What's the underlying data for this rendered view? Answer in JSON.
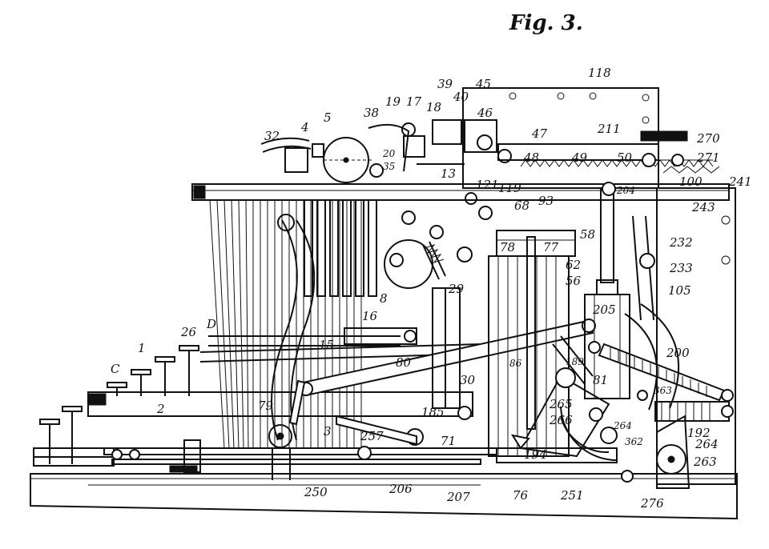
{
  "figure": {
    "title": "Fig. 3."
  },
  "letters": {
    "C": "C",
    "D": "D"
  },
  "refs": {
    "r1": "1",
    "r2": "2",
    "r3": "3",
    "r4": "4",
    "r5": "5",
    "r8": "8",
    "r13": "13",
    "r15": "15",
    "r16": "16",
    "r17": "17",
    "r18": "18",
    "r19": "19",
    "r20": "20",
    "r26": "26",
    "r29": "29",
    "r30": "30",
    "r32": "32",
    "r35": "35",
    "r38": "38",
    "r39": "39",
    "r40": "40",
    "r45": "45",
    "r46": "46",
    "r47": "47",
    "r48": "48",
    "r49": "49",
    "r50": "50",
    "r56": "56",
    "r58": "58",
    "r62": "62",
    "r68": "68",
    "r71": "71",
    "r76": "76",
    "r77": "77",
    "r78": "78",
    "r79": "79",
    "r80": "80",
    "r81": "81",
    "r86": "86",
    "r93": "93",
    "r100": "100",
    "r105": "105",
    "r118": "118",
    "r119": "119",
    "r121": "121",
    "r185": "185",
    "r189": "189",
    "r192": "192",
    "r194": "194",
    "r200": "200",
    "r204": "204",
    "r205": "205",
    "r206": "206",
    "r207": "207",
    "r211": "211",
    "r232": "232",
    "r233": "233",
    "r241": "241",
    "r243": "243",
    "r250": "250",
    "r251": "251",
    "r257": "257",
    "r263": "263",
    "r264a": "264",
    "r264b": "264",
    "r265": "265",
    "r266": "266",
    "r270": "270",
    "r271": "271",
    "r276": "276",
    "r362": "362",
    "r363": "363"
  }
}
